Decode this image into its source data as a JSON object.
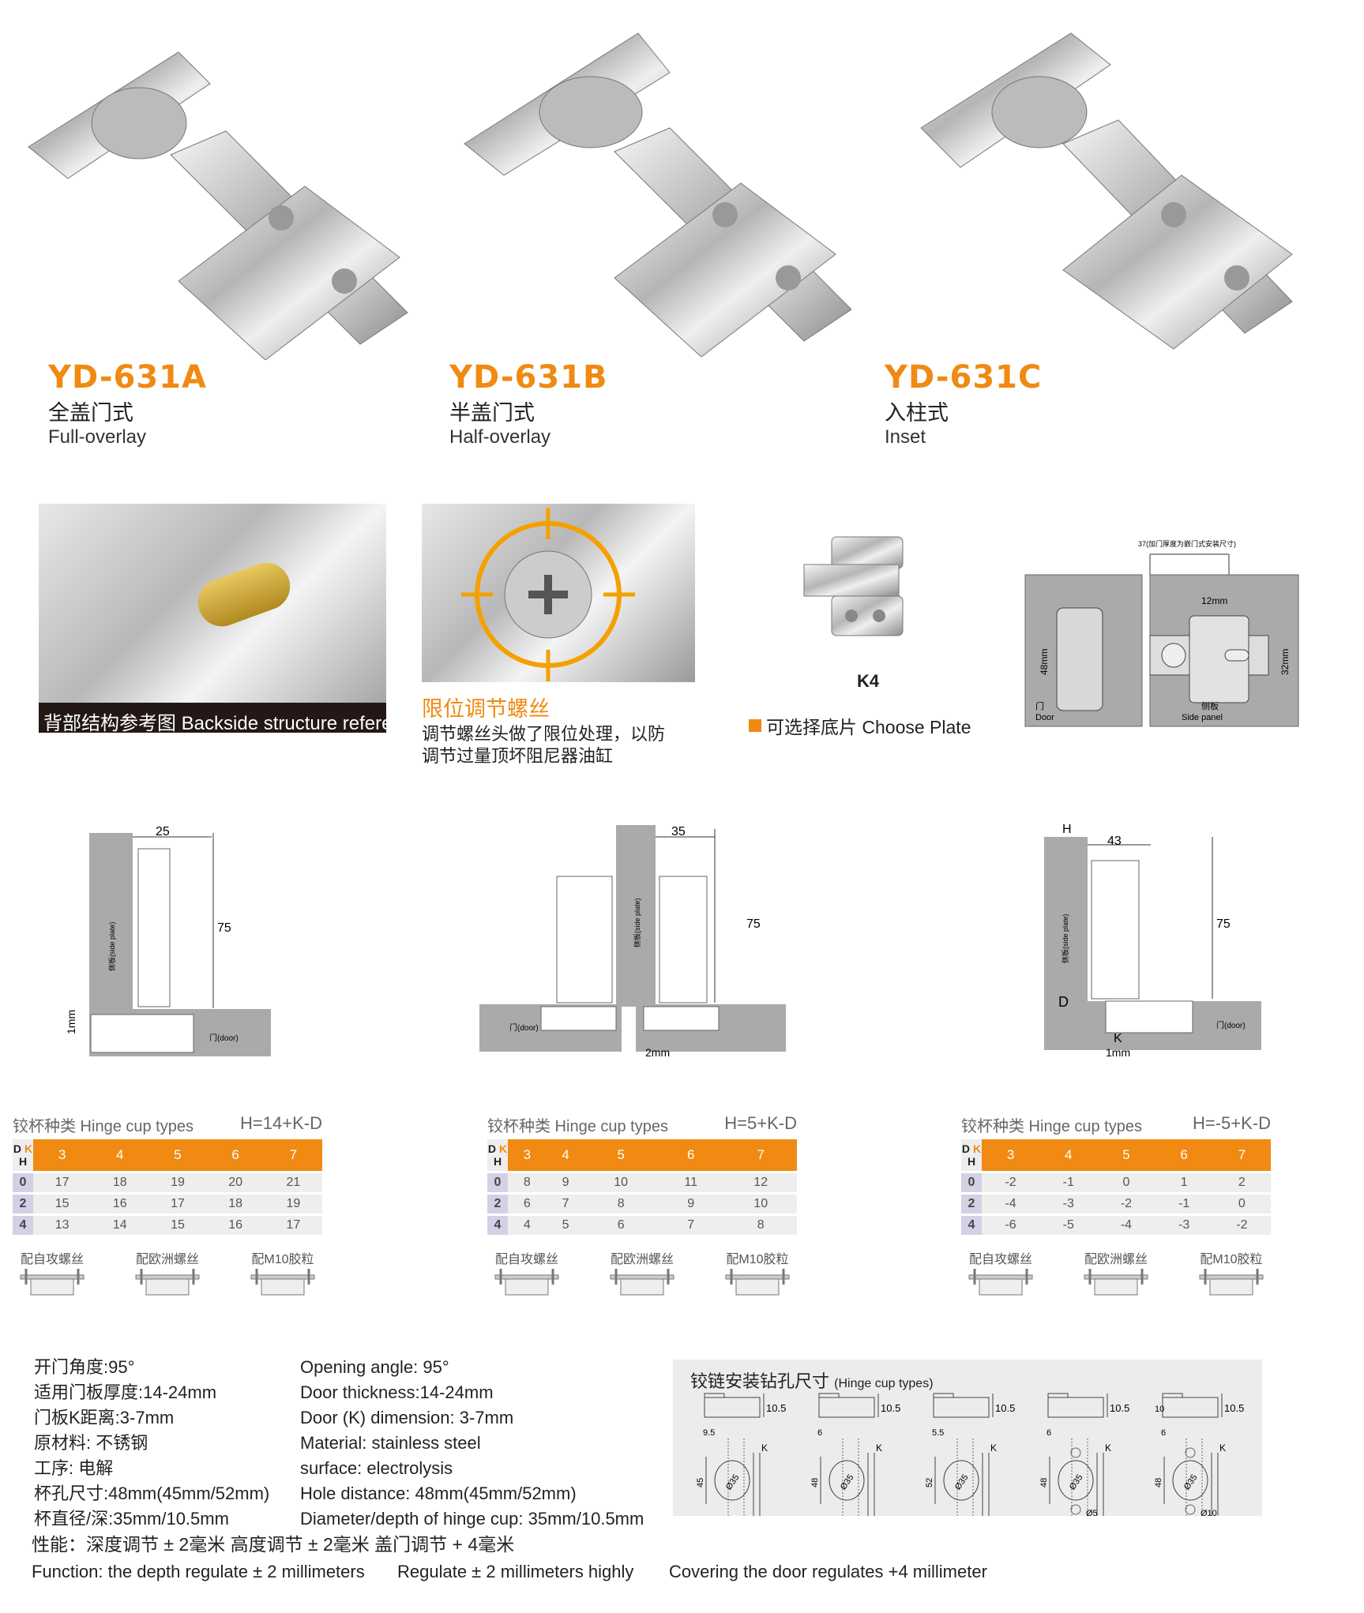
{
  "products": [
    {
      "model": "YD-631A",
      "cn": "全盖门式",
      "en": "Full-overlay"
    },
    {
      "model": "YD-631B",
      "cn": "半盖门式",
      "en": "Half-overlay"
    },
    {
      "model": "YD-631C",
      "cn": "入柱式",
      "en": "Inset"
    }
  ],
  "features": {
    "backside_caption": "背部结构参考图  Backside structure refere",
    "screw_title": "限位调节螺丝",
    "screw_desc_1": "调节螺丝头做了限位处理，以防",
    "screw_desc_2": "调节过量顶坏阻尼器油缸",
    "plate_name": "K4",
    "plate_caption": "可选择底片 Choose Plate",
    "plan_note": "37(加门厚度为嵌门式安装尺寸)",
    "plan_12": "12mm",
    "plan_48": "48mm",
    "plan_32": "32mm",
    "plan_door_cn": "门",
    "plan_door_en": "Door",
    "plan_side_cn": "侧板",
    "plan_side_en": "Side panel"
  },
  "install": [
    {
      "w": "25",
      "h": "75",
      "gap": "1mm",
      "side": "侧板(side plate)",
      "door": "门(door)"
    },
    {
      "w": "35",
      "h": "75",
      "gap": "2mm",
      "side": "侧板(side plate)",
      "door": "门(door)"
    },
    {
      "w": "43",
      "h": "75",
      "gap": "1mm",
      "side": "侧板(side plate)",
      "door": "门(door)",
      "H": "H",
      "D": "D",
      "K": "K"
    }
  ],
  "tables": [
    {
      "title": "铰杯种类 Hinge cup types",
      "formula": "H=14+K-D",
      "k": [
        "3",
        "4",
        "5",
        "6",
        "7"
      ],
      "rows": [
        {
          "d": "0",
          "v": [
            "17",
            "18",
            "19",
            "20",
            "21"
          ]
        },
        {
          "d": "2",
          "v": [
            "15",
            "16",
            "17",
            "18",
            "19"
          ]
        },
        {
          "d": "4",
          "v": [
            "13",
            "14",
            "15",
            "16",
            "17"
          ]
        }
      ]
    },
    {
      "title": "铰杯种类 Hinge cup types",
      "formula": "H=5+K-D",
      "k": [
        "3",
        "4",
        "5",
        "6",
        "7"
      ],
      "rows": [
        {
          "d": "0",
          "v": [
            "8",
            "9",
            "10",
            "11",
            "12"
          ]
        },
        {
          "d": "2",
          "v": [
            "6",
            "7",
            "8",
            "9",
            "10"
          ]
        },
        {
          "d": "4",
          "v": [
            "4",
            "5",
            "6",
            "7",
            "8"
          ]
        }
      ]
    },
    {
      "title": "铰杯种类 Hinge cup types",
      "formula": "H=-5+K-D",
      "k": [
        "3",
        "4",
        "5",
        "6",
        "7"
      ],
      "rows": [
        {
          "d": "0",
          "v": [
            "-2",
            "-1",
            "0",
            "1",
            "2"
          ]
        },
        {
          "d": "2",
          "v": [
            "-4",
            "-3",
            "-2",
            "-1",
            "0"
          ]
        },
        {
          "d": "4",
          "v": [
            "-6",
            "-5",
            "-4",
            "-3",
            "-2"
          ]
        }
      ]
    }
  ],
  "table_header": {
    "d": "D",
    "k": "K",
    "h": "H"
  },
  "screw_types": [
    "配自攻螺丝",
    "配欧洲螺丝",
    "配M10胶粒"
  ],
  "specs_cn": [
    "开门角度:95°",
    "适用门板厚度:14-24mm",
    "门板K距离:3-7mm",
    "原材料: 不锈钢",
    "工序: 电解",
    "杯孔尺寸:48mm(45mm/52mm)",
    "杯直径/深:35mm/10.5mm"
  ],
  "specs_en": [
    "Opening angle: 95°",
    "Door thickness:14-24mm",
    "Door (K) dimension: 3-7mm",
    "Material: stainless steel",
    "surface: electrolysis",
    "Hole distance: 48mm(45mm/52mm)",
    "Diameter/depth of hinge cup: 35mm/10.5mm"
  ],
  "function_cn": "性能：深度调节 ± 2毫米   高度调节 ± 2毫米   盖门调节 + 4毫米",
  "function_en_1": "Function: the depth regulate  ± 2 millimeters",
  "function_en_2": "Regulate  ± 2 millimeters highly",
  "function_en_3": "Covering the door regulates +4 millimeter",
  "drill": {
    "title": "铰链安装钻孔尺寸",
    "subtitle": "(Hinge cup types)",
    "items": [
      {
        "depth": "10.5",
        "offset": "9.5",
        "dist": "45",
        "dia": "Ø35",
        "k": "K"
      },
      {
        "depth": "10.5",
        "offset": "6",
        "dist": "48",
        "dia": "Ø35",
        "k": "K"
      },
      {
        "depth": "10.5",
        "offset": "5.5",
        "dist": "52",
        "dia": "Ø35",
        "k": "K"
      },
      {
        "depth": "10.5",
        "offset": "6",
        "dist": "48",
        "dia": "Ø35",
        "k": "K",
        "extra": "Ø5"
      },
      {
        "depth": "10.5",
        "offset": "6",
        "dist": "48",
        "dia": "Ø35",
        "k": "K",
        "extra": "Ø10",
        "left": "10"
      }
    ]
  }
}
